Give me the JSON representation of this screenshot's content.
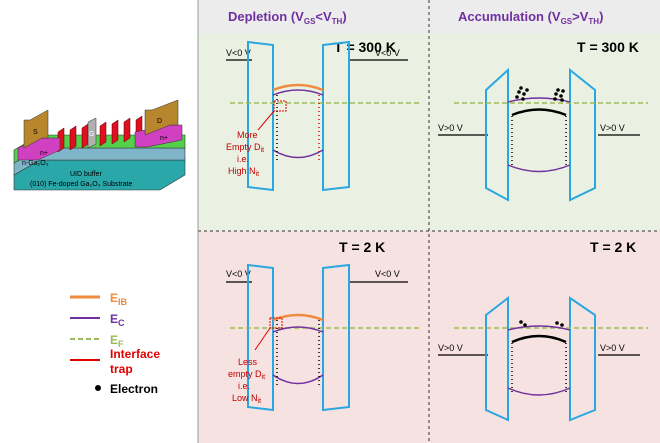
{
  "columns": {
    "depletion": {
      "label": "Depletion (V",
      "sub1": "GS",
      "mid": "<V",
      "sub2": "TH",
      "end": ")"
    },
    "accumulation": {
      "label": "Accumulation (V",
      "sub1": "GS",
      "mid": ">V",
      "sub2": "TH",
      "end": ")"
    }
  },
  "panels": {
    "dep300": {
      "temp": "T = 300 K",
      "left_v": "V<0 V",
      "right_v": "V<0 V",
      "note": [
        "More",
        "Empty D",
        "i.e.",
        "High N"
      ],
      "note_sub": "it"
    },
    "acc300": {
      "temp": "T = 300 K",
      "left_v": "V>0 V",
      "right_v": "V>0 V"
    },
    "dep2": {
      "temp": "T = 2 K",
      "left_v": "V<0 V",
      "right_v": "V<0 V",
      "note": [
        "Less",
        "empty D",
        "i.e.",
        "Low N"
      ],
      "note_sub": "it"
    },
    "acc2": {
      "temp": "T = 2 K",
      "left_v": "V>0 V",
      "right_v": "V>0 V"
    }
  },
  "legend": {
    "eib": {
      "main": "E",
      "sub": "IB"
    },
    "ec": {
      "main": "E",
      "sub": "C"
    },
    "ef": {
      "main": "E",
      "sub": "F"
    },
    "trap": [
      "Interface",
      "trap"
    ],
    "electron": "Electron"
  },
  "device": {
    "source": "S",
    "drain": "D",
    "gate": "G",
    "nplus_left": "n+",
    "nplus_right": "n+",
    "channel": "n-Ga₂O₃",
    "buffer": "UID buffer",
    "substrate": "(010) Fe-doped Ga₂O₃ Substrate"
  },
  "colors": {
    "eib": "#f08a3c",
    "ec": "#7030a0",
    "ef": "#9bbb59",
    "trap": "#e00000",
    "barrier": "#2aa7e0",
    "top_bg": "#eaf1e2",
    "bottom_bg": "#f6e2e0"
  }
}
